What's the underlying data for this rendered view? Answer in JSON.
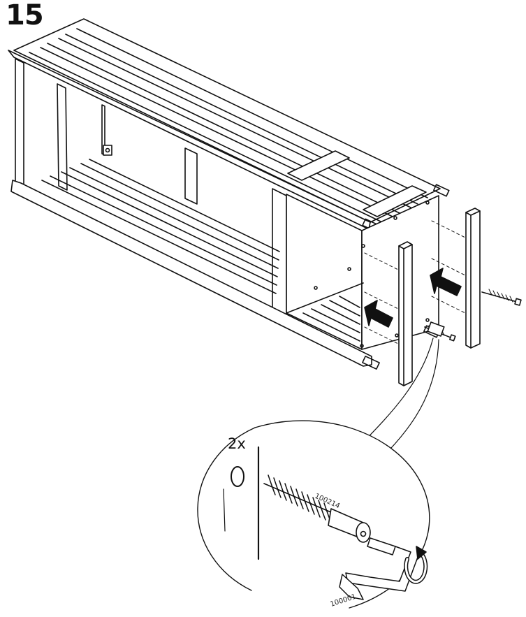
{
  "step": {
    "number": "15"
  },
  "detail": {
    "quantity": "2x",
    "screw_part_number": "100214",
    "key_part_number": "100001"
  }
}
